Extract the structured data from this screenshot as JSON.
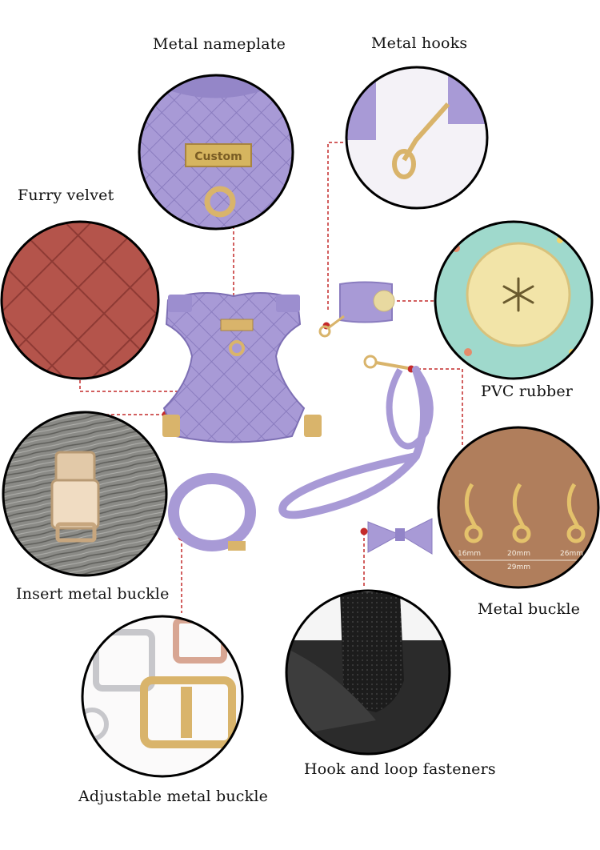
{
  "image": {
    "kind": "product feature infographic",
    "colors": {
      "lavender": "#a89ad6",
      "lavender_dark": "#8a7cbf",
      "velvet_red": "#b4544b",
      "gold": "#d9b46b",
      "rubber_yellow": "#f2e4a8",
      "teal_fabric": "#9fd9cc",
      "leather_brown": "#b07e5c",
      "wood_gray": "#8a8a86",
      "velcro_black": "#1c1c1c",
      "callout_red": "#c42a2a"
    }
  },
  "nameplate_text": "Custom",
  "labels": {
    "metal_nameplate": "Metal nameplate",
    "metal_hooks": "Metal hooks",
    "furry_velvet": "Furry velvet",
    "pvc_rubber": "PVC rubber",
    "insert_metal_buckle": "Insert metal buckle",
    "metal_buckle": "Metal buckle",
    "hook_loop": "Hook and loop fasteners",
    "adjustable_buckle": "Adjustable metal buckle"
  },
  "sizes": {
    "size_1": "16mm",
    "size_2": "20mm",
    "size_3": "26mm",
    "size_4": "29mm"
  }
}
